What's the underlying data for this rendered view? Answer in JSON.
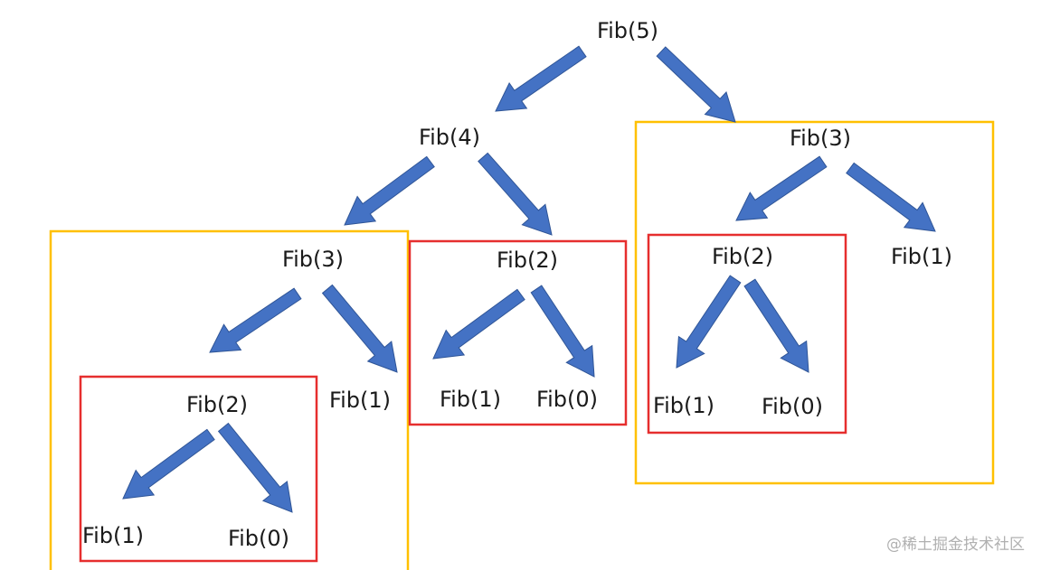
{
  "colors": {
    "arrow": "#4472C4",
    "arrow_edge": "#2F5597",
    "yellow_box": "#FFC000",
    "red_box": "#E62E2E",
    "text": "#1a1a1a",
    "watermark": "#b0b0b0"
  },
  "nodes": {
    "fib5": "Fib(5)",
    "fib4": "Fib(4)",
    "fib3_right": "Fib(3)",
    "fib3_left": "Fib(3)",
    "fib2_mid": "Fib(2)",
    "fib2_right": "Fib(2)",
    "fib1_right": "Fib(1)",
    "fib2_left": "Fib(2)",
    "fib1_left_a": "Fib(1)",
    "fib1_mid": "Fib(1)",
    "fib0_mid": "Fib(0)",
    "fib1_right_b": "Fib(1)",
    "fib0_right": "Fib(0)",
    "fib1_left_b": "Fib(1)",
    "fib0_left": "Fib(0)"
  },
  "watermark": "@稀土掘金技术社区"
}
